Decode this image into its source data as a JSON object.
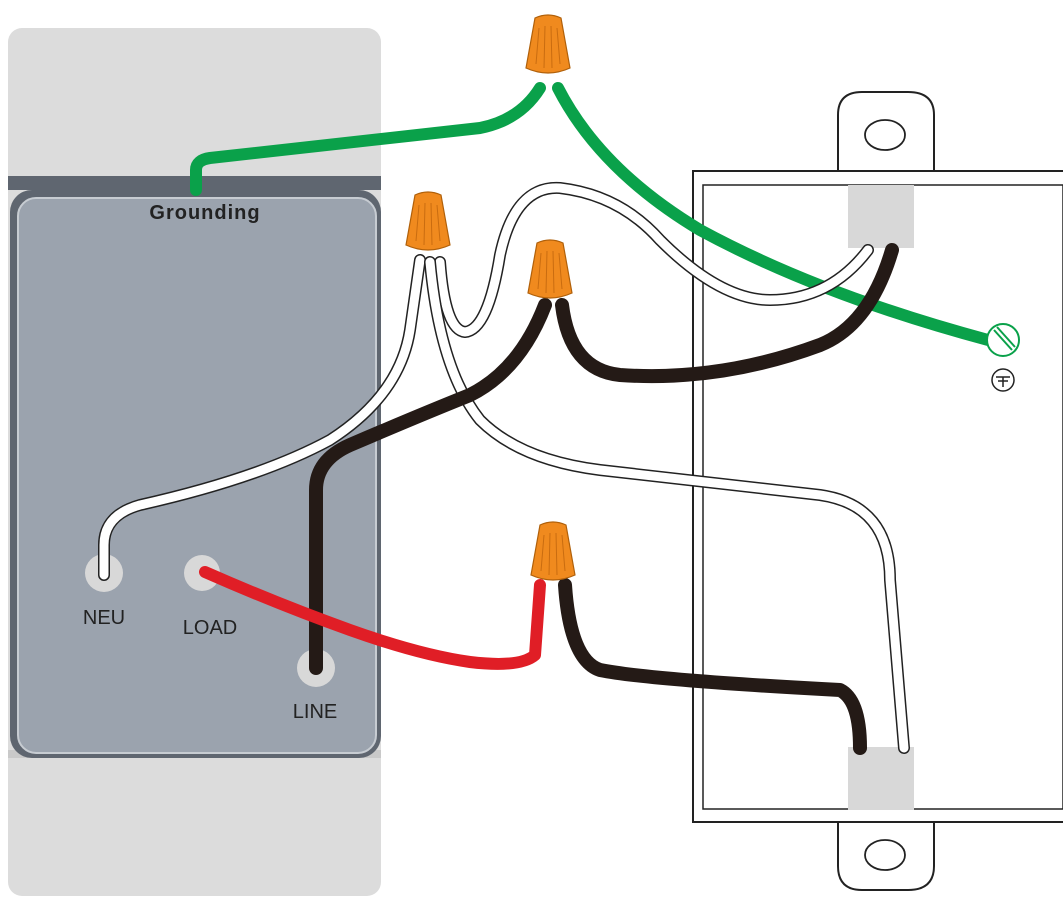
{
  "labels": {
    "grounding": "Grounding",
    "neutral": "NEU",
    "load": "LOAD",
    "line": "LINE"
  },
  "colors": {
    "ground_wire": "#0aa14a",
    "hot_wire": "#241a16",
    "neutral_wire": "#ffffff",
    "load_wire": "#e01e26",
    "wire_nut": "#f08a1e",
    "switch_plate": "#9ba3ae",
    "switch_frame": "#dcdcdc",
    "terminal": "#d8d8d8"
  },
  "icons": [
    "wire-nut",
    "ground-screw",
    "ground-symbol"
  ]
}
